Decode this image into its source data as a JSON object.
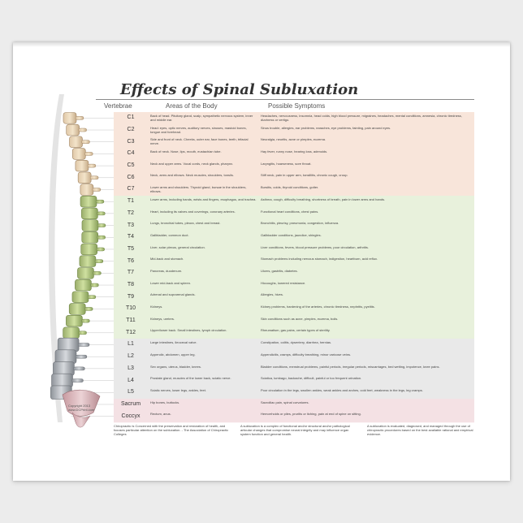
{
  "title": "Effects of Spinal Subluxation",
  "headers": {
    "vertebrae": "Vertebrae",
    "areas": "Areas of the Body",
    "symptoms": "Possible Symptoms"
  },
  "copyright": [
    "Copyright 2013",
    "www.DCPrint.com"
  ],
  "colors": {
    "cervical": "#f8e5da",
    "thoracic": "#e8f1dc",
    "lumbar": "#e9e9e9",
    "sacral": "#f4e1e4"
  },
  "rows": [
    {
      "code": "C1",
      "region": "cervical",
      "area": "Back of head. Pituitary gland, scalp, sympathetic nervous system, inner and middle ear.",
      "symptoms": "Headaches, nervousness, insomnia, head colds, high blood pressure, migraines, headaches, mental conditions, amnesia, chronic tiredness, dizziness or vertigo."
    },
    {
      "code": "C2",
      "region": "cervical",
      "area": "Head: eyes, optic nerves, auditory nerves, sinuses, mastoid bones, tongue and forehead.",
      "symptoms": "Sinus trouble, allergies, ear problems, earaches, eye problems, fainting, pain around eyes."
    },
    {
      "code": "C3",
      "region": "cervical",
      "area": "Side and front of neck. Cheeks, outer ear, face bones, teeth, trifacial nerve.",
      "symptoms": "Neuralgia, neuritis, acne or pimples, eczema."
    },
    {
      "code": "C4",
      "region": "cervical",
      "area": "Back of neck. Nose, lips, mouth, eustachian tube.",
      "symptoms": "Hay fever, runny nose, hearing loss, adenoids."
    },
    {
      "code": "C5",
      "region": "cervical",
      "area": "Neck and upper arms. Vocal cords, neck glands, pharynx.",
      "symptoms": "Laryngitis, hoarseness, sore throat."
    },
    {
      "code": "C6",
      "region": "cervical",
      "area": "Neck, arms and elbows. Neck muscles, shoulders, tonsils.",
      "symptoms": "Stiff neck, pain in upper arm, tonsillitis, chronic cough, croup."
    },
    {
      "code": "C7",
      "region": "cervical",
      "area": "Lower arms and shoulders. Thyroid gland, bursae in the shoulders, elbows.",
      "symptoms": "Bursitis, colds, thyroid conditions, goiter."
    },
    {
      "code": "T1",
      "region": "thoracic",
      "area": "Lower arms, including hands, wrists and fingers, esophagus, and trachea.",
      "symptoms": "Asthma, cough, difficulty breathing, shortness of breath, pain in lower arms and hands."
    },
    {
      "code": "T2",
      "region": "thoracic",
      "area": "Heart, including its valves and coverings, coronary arteries.",
      "symptoms": "Functional heart conditions, chest pains."
    },
    {
      "code": "T3",
      "region": "thoracic",
      "area": "Lungs, bronchial tubes, pleura, chest and breast.",
      "symptoms": "Bronchitis, pleurisy, pneumonia, congestion, influenza."
    },
    {
      "code": "T4",
      "region": "thoracic",
      "area": "Gallbladder, common duct.",
      "symptoms": "Gallbladder conditions, jaundice, shingles."
    },
    {
      "code": "T5",
      "region": "thoracic",
      "area": "Liver, solar plexus, general circulation.",
      "symptoms": "Liver conditions, fevers, blood pressure problems, poor circulation, arthritis."
    },
    {
      "code": "T6",
      "region": "thoracic",
      "area": "Mid-back and stomach.",
      "symptoms": "Stomach problems including nervous stomach, indigestion, heartburn, acid reflux."
    },
    {
      "code": "T7",
      "region": "thoracic",
      "area": "Pancreas, duodenum.",
      "symptoms": "Ulcers, gastritis, diabetes."
    },
    {
      "code": "T8",
      "region": "thoracic",
      "area": "Lower mid-back and spleen.",
      "symptoms": "Hiccoughs, lowered resistance."
    },
    {
      "code": "T9",
      "region": "thoracic",
      "area": "Adrenal and suprarenal glands.",
      "symptoms": "Allergies, hives."
    },
    {
      "code": "T10",
      "region": "thoracic",
      "area": "Kidneys.",
      "symptoms": "Kidney problems, hardening of the arteries, chronic tiredness, nephritis, pyelitis."
    },
    {
      "code": "T11",
      "region": "thoracic",
      "area": "Kidneys, ureters.",
      "symptoms": "Skin conditions such as acne, pimples, eczema, boils."
    },
    {
      "code": "T12",
      "region": "thoracic",
      "area": "Upper/lower back. Small intestines, lymph circulation.",
      "symptoms": "Rheumatism, gas pains, certain types of sterility."
    },
    {
      "code": "L1",
      "region": "lumbar",
      "area": "Large intestines, ileocecal valve.",
      "symptoms": "Constipation, colitis, dysentery, diarrhea, hernias."
    },
    {
      "code": "L2",
      "region": "lumbar",
      "area": "Appendix, abdomen, upper leg.",
      "symptoms": "Appendicitis, cramps, difficulty breathing, minor varicose veins."
    },
    {
      "code": "L3",
      "region": "lumbar",
      "area": "Sex organs, uterus, bladder, knees.",
      "symptoms": "Bladder conditions, menstrual problems, painful periods, irregular periods, miscarriages, bed wetting, impotence, knee pains."
    },
    {
      "code": "L4",
      "region": "lumbar",
      "area": "Prostate gland, muscles of the lower back, sciatic nerve.",
      "symptoms": "Sciatica, lumbago, backache, difficult, painful or too frequent urination."
    },
    {
      "code": "L5",
      "region": "lumbar",
      "area": "Sciatic nerves, lower legs, ankles, feet.",
      "symptoms": "Poor circulation in the legs, swollen ankles, weak ankles and arches, cold feet, weakness in the legs, leg cramps."
    },
    {
      "code": "Sacrum",
      "region": "sacral",
      "area": "Hip bones, buttocks.",
      "symptoms": "Sacroiliac pain, spinal curvatures."
    },
    {
      "code": "Coccyx",
      "region": "sacral",
      "area": "Rectum, anus.",
      "symptoms": "Hemorrhoids or piles, pruritis or itching, pain at end of spine on sitting."
    }
  ],
  "footer": {
    "col1": "Chiropractic is Concerned with the preservation and restoration of health, and focuses particular attention on the subluxation. - The Association of Chiropractic Colleges",
    "col2": "A subluxation is a complex of functional and/or structural and/or pathological articular changes that compromise neural integrity and may influence organ system function and general health.",
    "col3": "A subluxation is evaluated, diagnosed, and managed through the use of chiropractic procedures based on the best available rational and empirical evidence."
  }
}
